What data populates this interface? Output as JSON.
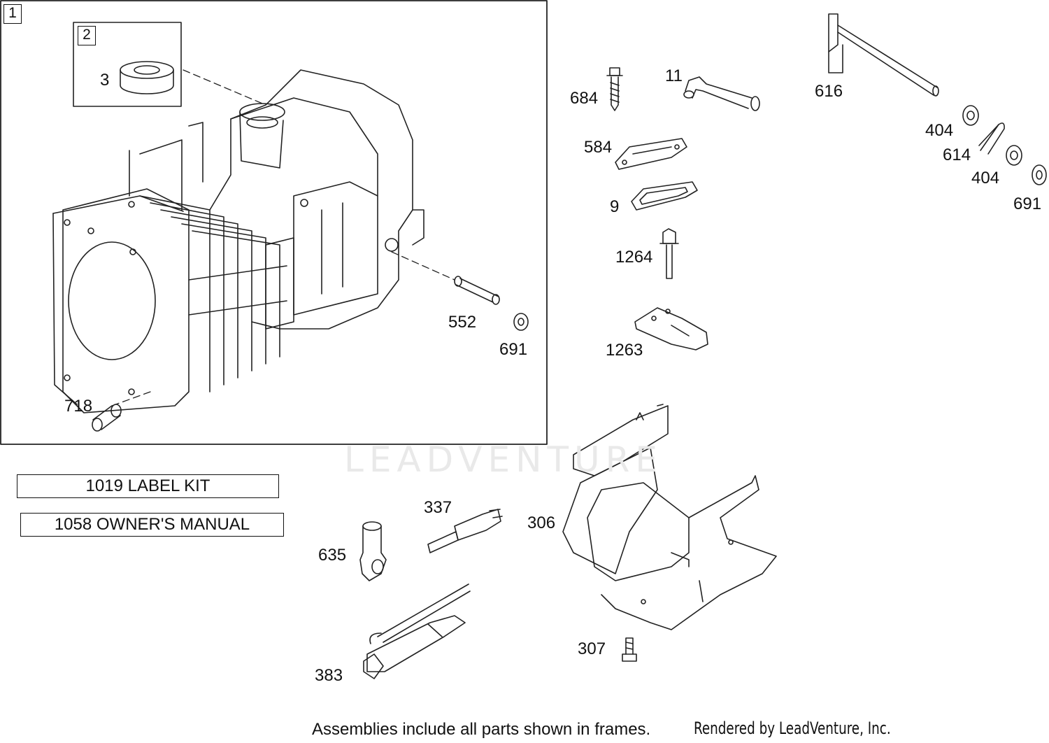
{
  "frames": {
    "main": "1",
    "seal_kit": "2"
  },
  "callouts": {
    "p3": "3",
    "p718": "718",
    "p552": "552",
    "p691a": "691",
    "p684": "684",
    "p11": "11",
    "p584": "584",
    "p9": "9",
    "p1264": "1264",
    "p1263": "1263",
    "p616": "616",
    "p404a": "404",
    "p614": "614",
    "p404b": "404",
    "p691b": "691",
    "p337": "337",
    "p635": "635",
    "p306": "306",
    "p307": "307",
    "p383": "383"
  },
  "kits": {
    "label_kit": "1019 LABEL KIT",
    "owners_manual": "1058 OWNER'S MANUAL"
  },
  "footer": {
    "note": "Assemblies include all parts shown in frames.",
    "credit": "Rendered by LeadVenture, Inc."
  },
  "watermark": "LEADVENTURE"
}
